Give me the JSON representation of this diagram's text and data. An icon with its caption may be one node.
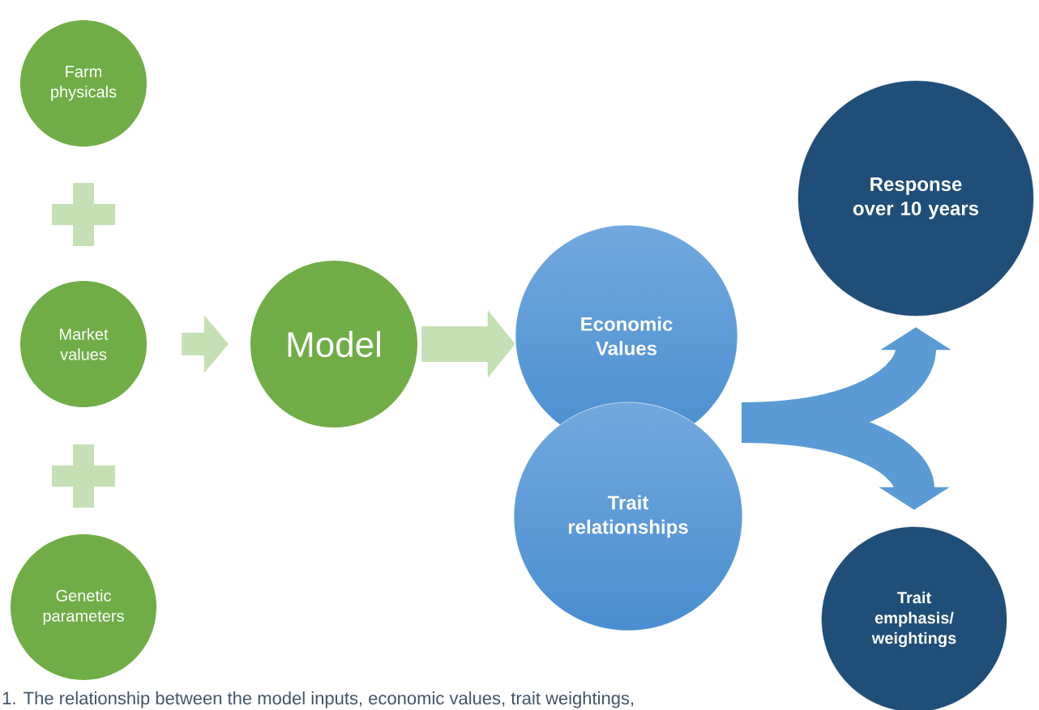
{
  "diagram": {
    "caption": "1. The relationship between the model inputs, economic values, trait weightings,",
    "nodes": [
      {
        "text": [
          "Farm physicals"
        ]
      },
      {
        "text": [],
        "shape": "plus"
      },
      {
        "text": [
          "Market values"
        ]
      },
      {
        "text": [],
        "shape": "plus"
      },
      {
        "text": [
          "Genetic parameters"
        ]
      },
      {
        "text": [
          "Model"
        ]
      },
      {
        "text": [
          "Economic Values"
        ]
      },
      {
        "text": [
          "Trait relationships"
        ]
      },
      {
        "text": [
          "Response over 10 years"
        ]
      },
      {
        "text": [
          "Trait emphasis/ weightings"
        ]
      }
    ],
    "edges": [
      {
        "from": 2,
        "to": 5,
        "arrow": "to",
        "color": "#c5e0b4"
      },
      {
        "from": 5,
        "to": 6,
        "arrow": "to",
        "color": "#c5e0b4"
      },
      {
        "from": 6,
        "to": 8,
        "arrow": "to",
        "color": "#5b9bd5"
      },
      {
        "from": 6,
        "to": 9,
        "arrow": "to",
        "color": "#5b9bd5"
      }
    ]
  }
}
